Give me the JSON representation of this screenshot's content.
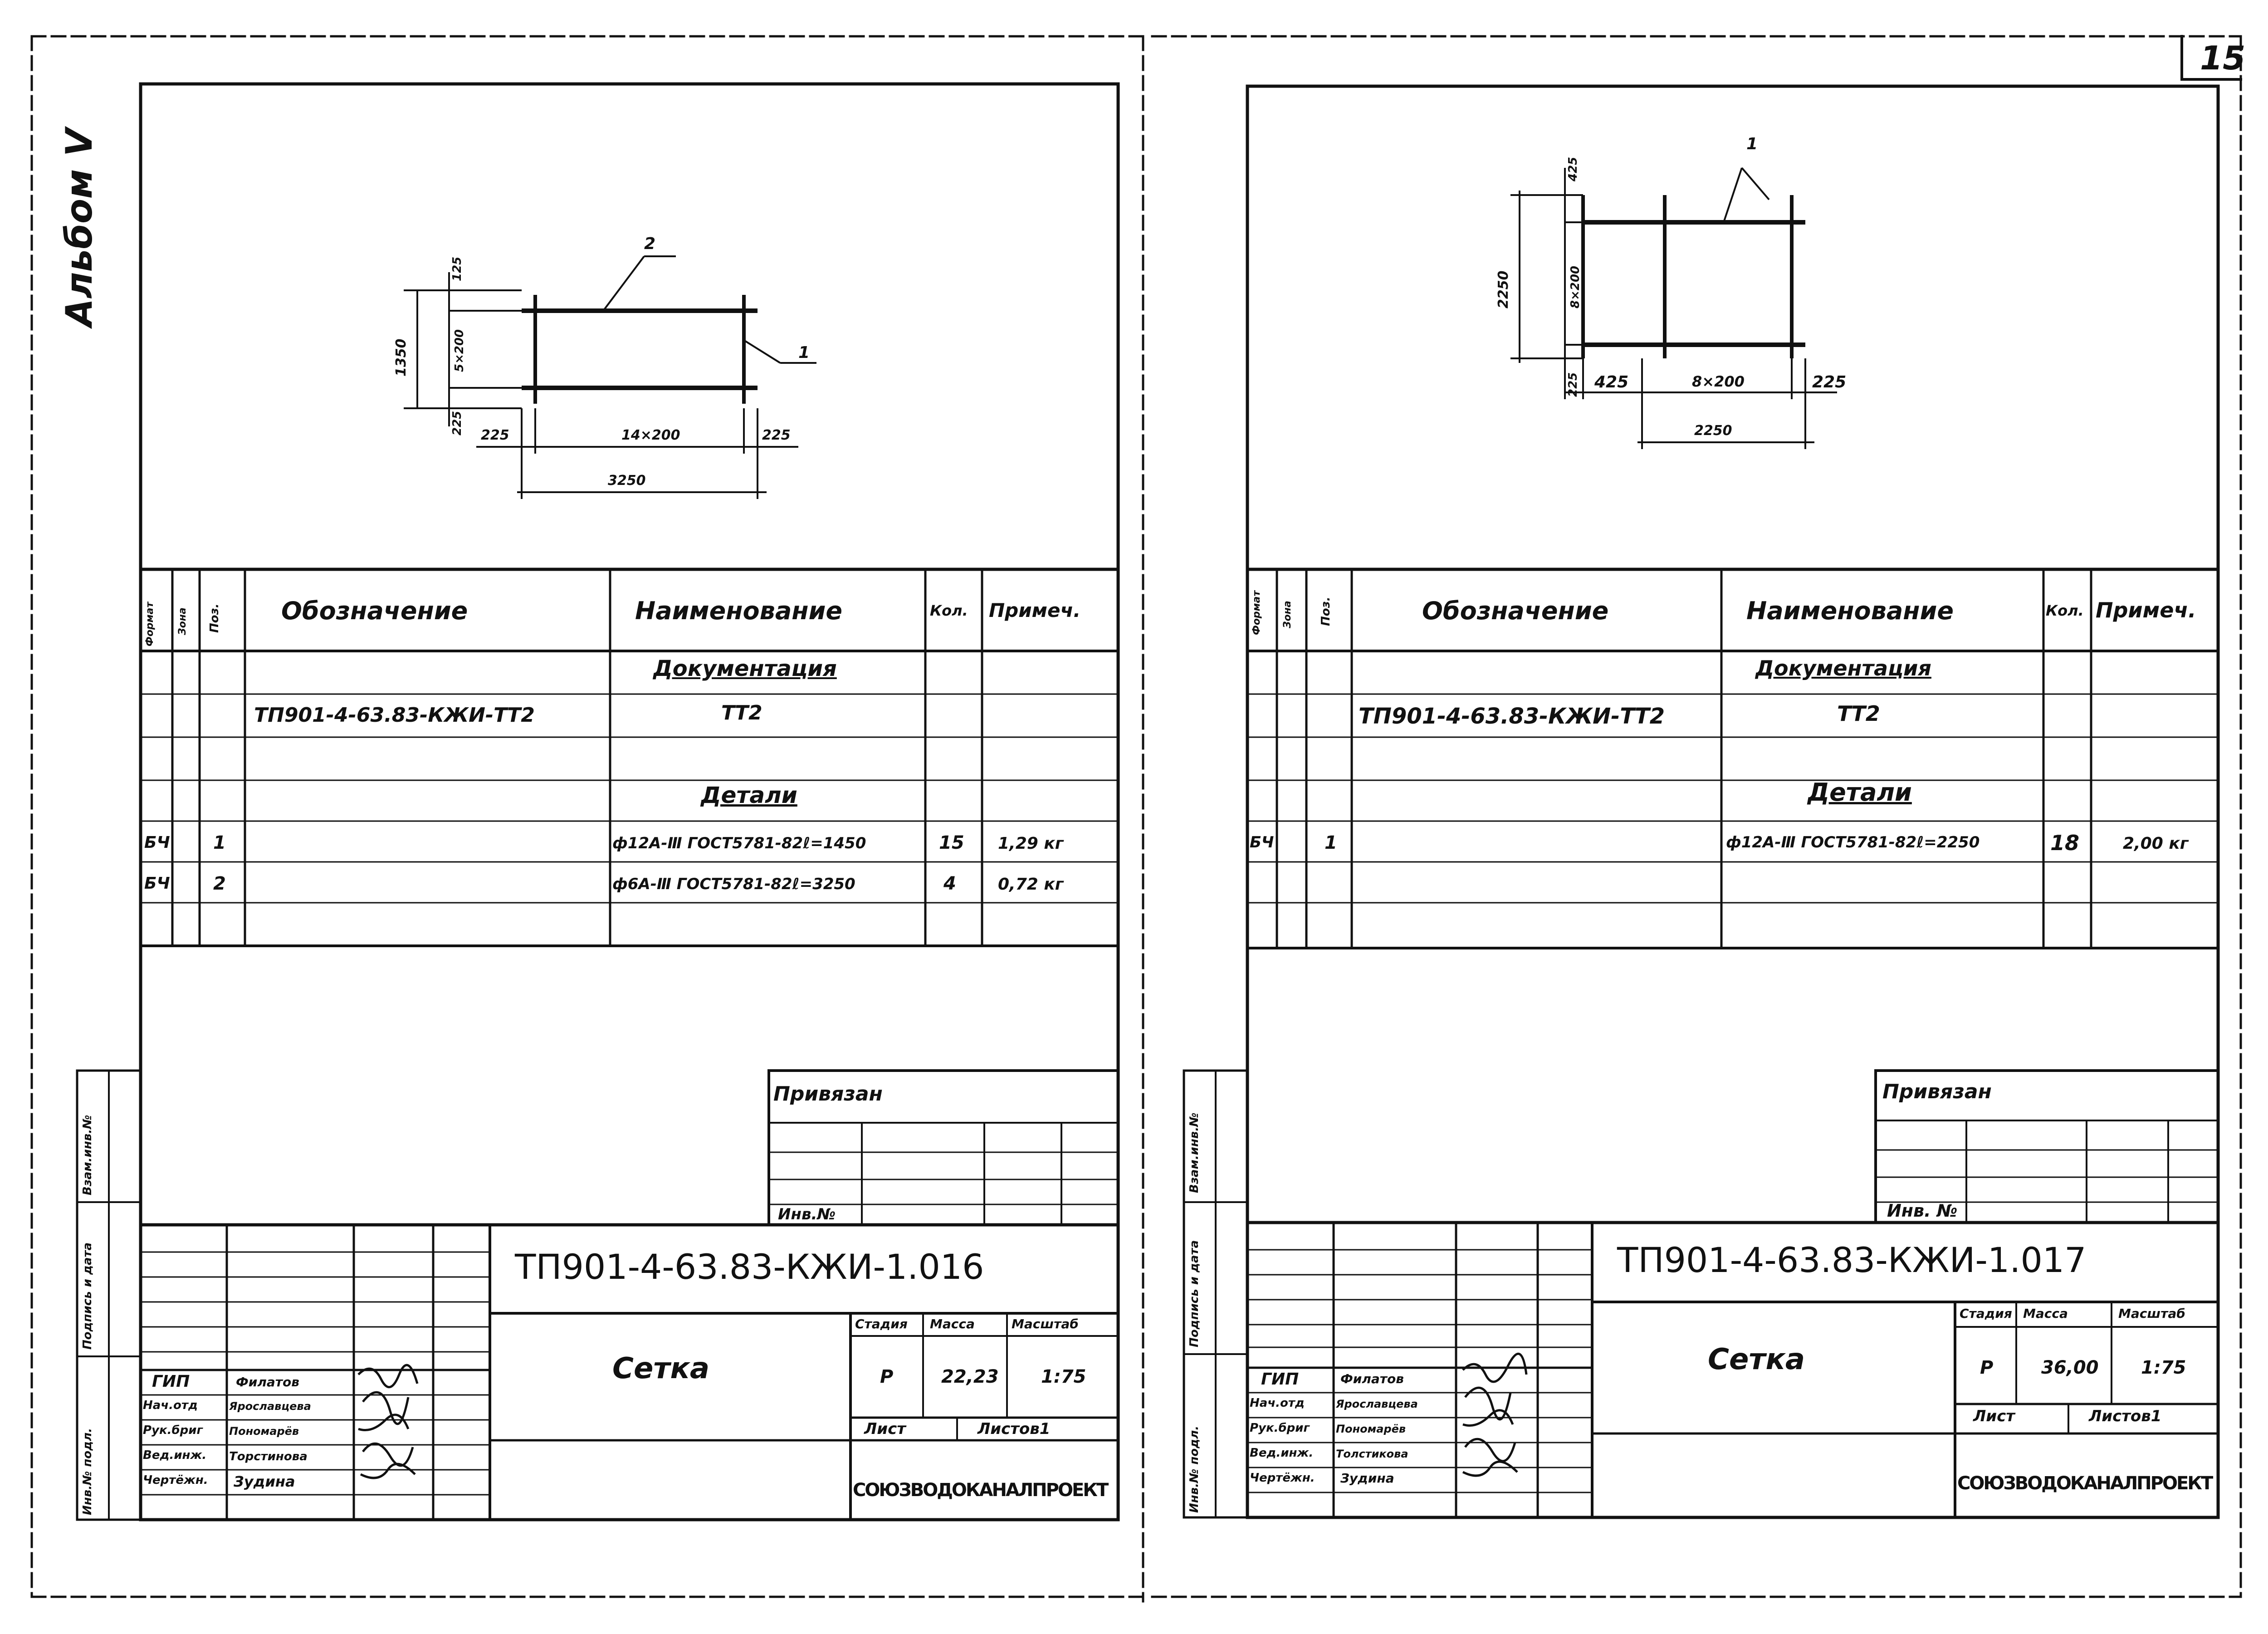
{
  "page": {
    "page_number": "15",
    "album_label": "Альбом V"
  },
  "sheets": [
    {
      "drawing": {
        "dims": {
          "height_total": "1350",
          "top_offset": "125",
          "vertical_pitch": "5×200",
          "bottom_offset": "225",
          "left_offset": "225",
          "horizontal_pitch": "14×200",
          "right_offset": "225",
          "width_total": "3250"
        },
        "callouts": [
          "2",
          "1"
        ]
      },
      "spec": {
        "headers": [
          "Формат",
          "Зона",
          "Поз.",
          "Обозначение",
          "Наименование",
          "Кол.",
          "Примеч."
        ],
        "rows": [
          {
            "format": "",
            "zone": "",
            "pos": "",
            "designation": "",
            "name": "Документация",
            "qty": "",
            "note": "",
            "section": true
          },
          {
            "format": "",
            "zone": "",
            "pos": "",
            "designation": "ТП901-4-63.83-КЖИ-ТТ2",
            "name": "ТТ2",
            "qty": "",
            "note": ""
          },
          {
            "format": "",
            "zone": "",
            "pos": "",
            "designation": "",
            "name": "",
            "qty": "",
            "note": ""
          },
          {
            "format": "",
            "zone": "",
            "pos": "",
            "designation": "",
            "name": "Детали",
            "qty": "",
            "note": "",
            "section": true
          },
          {
            "format": "БЧ",
            "zone": "",
            "pos": "1",
            "designation": "",
            "name": "ф12А-Ⅲ ГОСТ5781-82ℓ=1450",
            "qty": "15",
            "note": "1,29 кг"
          },
          {
            "format": "БЧ",
            "zone": "",
            "pos": "2",
            "designation": "",
            "name": "ф6А-Ⅲ ГОСТ5781-82ℓ=3250",
            "qty": "4",
            "note": "0,72 кг"
          },
          {
            "format": "",
            "zone": "",
            "pos": "",
            "designation": "",
            "name": "",
            "qty": "",
            "note": ""
          }
        ]
      },
      "binding": {
        "title": "Привязан",
        "inv_label": "Инв.№"
      },
      "side_stamp": {
        "labels": [
          "Взам.инв.№",
          "Подпись и дата",
          "Инв.№ подл."
        ]
      },
      "title_block": {
        "code": "ТП901-4-63.83-КЖИ-1.016",
        "name": "Сетка",
        "stage_header": "Стадия",
        "mass_header": "Масса",
        "scale_header": "Масштаб",
        "stage": "Р",
        "mass": "22,23",
        "scale": "1:75",
        "sheet_label": "Лист",
        "sheets_label": "Листов1",
        "org": "СОЮЗВОДОКАНАЛПРОЕКТ",
        "people": [
          {
            "role": "ГИП",
            "name": "Филатов"
          },
          {
            "role": "Нач.отд",
            "name": "Ярославцева"
          },
          {
            "role": "Рук.бриг",
            "name": "Пономарёв"
          },
          {
            "role": "Вед.инж.",
            "name": "Торстинова"
          },
          {
            "role": "Чертёжн.",
            "name": "Зудина"
          }
        ]
      }
    },
    {
      "drawing": {
        "dims": {
          "height_total": "2250",
          "top_offset": "425",
          "vertical_pitch": "8×200",
          "bottom_offset": "225",
          "left_offset": "425",
          "horizontal_pitch": "8×200",
          "right_offset": "225",
          "width_total": "2250"
        },
        "callouts": [
          "1"
        ]
      },
      "spec": {
        "headers": [
          "Формат",
          "Зона",
          "Поз.",
          "Обозначение",
          "Наименование",
          "Кол.",
          "Примеч."
        ],
        "rows": [
          {
            "format": "",
            "zone": "",
            "pos": "",
            "designation": "",
            "name": "Документация",
            "qty": "",
            "note": "",
            "section": true
          },
          {
            "format": "",
            "zone": "",
            "pos": "",
            "designation": "ТП901-4-63.83-КЖИ-ТТ2",
            "name": "ТТ2",
            "qty": "",
            "note": ""
          },
          {
            "format": "",
            "zone": "",
            "pos": "",
            "designation": "",
            "name": "",
            "qty": "",
            "note": ""
          },
          {
            "format": "",
            "zone": "",
            "pos": "",
            "designation": "",
            "name": "Детали",
            "qty": "",
            "note": "",
            "section": true
          },
          {
            "format": "БЧ",
            "zone": "",
            "pos": "1",
            "designation": "",
            "name": "ф12А-Ⅲ ГОСТ5781-82ℓ=2250",
            "qty": "18",
            "note": "2,00 кг"
          },
          {
            "format": "",
            "zone": "",
            "pos": "",
            "designation": "",
            "name": "",
            "qty": "",
            "note": ""
          },
          {
            "format": "",
            "zone": "",
            "pos": "",
            "designation": "",
            "name": "",
            "qty": "",
            "note": ""
          }
        ]
      },
      "binding": {
        "title": "Привязан",
        "inv_label": "Инв. №"
      },
      "side_stamp": {
        "labels": [
          "Взам.инв.№",
          "Подпись и дата",
          "Инв.№ подл."
        ]
      },
      "title_block": {
        "code": "ТП901-4-63.83-КЖИ-1.017",
        "name": "Сетка",
        "stage_header": "Стадия",
        "mass_header": "Масса",
        "scale_header": "Масштаб",
        "stage": "Р",
        "mass": "36,00",
        "scale": "1:75",
        "sheet_label": "Лист",
        "sheets_label": "Листов1",
        "org": "СОЮЗВОДОКАНАЛПРОЕКТ",
        "people": [
          {
            "role": "ГИП",
            "name": "Филатов"
          },
          {
            "role": "Нач.отд",
            "name": "Ярославцева"
          },
          {
            "role": "Рук.бриг",
            "name": "Пономарёв"
          },
          {
            "role": "Вед.инж.",
            "name": "Толстикова"
          },
          {
            "role": "Чертёжн.",
            "name": "Зудина"
          }
        ]
      }
    }
  ]
}
